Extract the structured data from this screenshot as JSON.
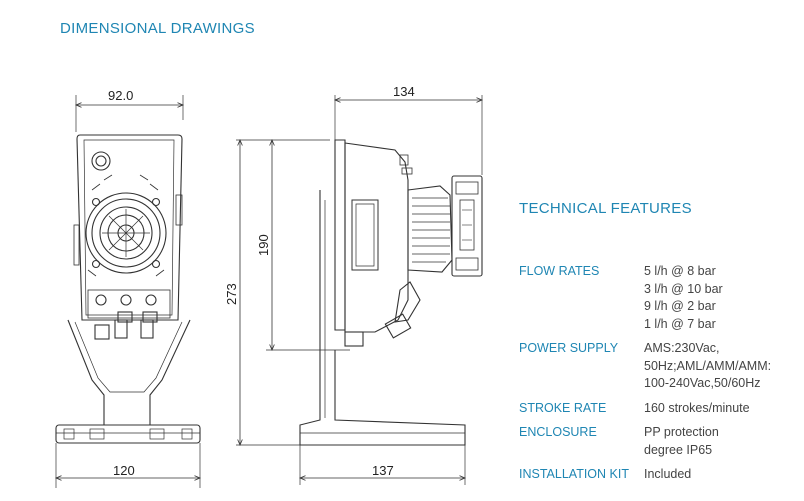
{
  "page": {
    "title": "DIMENSIONAL DRAWINGS",
    "accent_color": "#1f86b3"
  },
  "dimensions": {
    "front_width_top": "92.0",
    "front_width_bottom": "120",
    "side_width_top": "134",
    "side_width_bottom": "137",
    "height_total": "273",
    "height_body": "190"
  },
  "technical_features": {
    "title": "TECHNICAL FEATURES",
    "rows": [
      {
        "label": "FLOW RATES",
        "values": [
          "5 l/h @ 8 bar",
          "3 l/h @ 10 bar",
          "9 l/h @ 2 bar",
          "1 l/h @ 7 bar"
        ]
      },
      {
        "label": "POWER SUPPLY",
        "values": [
          "AMS:230Vac,",
          "50Hz;AML/AMM/AMM:",
          "100-240Vac,50/60Hz"
        ]
      },
      {
        "label": "STROKE RATE",
        "values": [
          "160 strokes/minute"
        ]
      },
      {
        "label": "ENCLOSURE",
        "values": [
          "PP protection",
          "degree IP65"
        ]
      },
      {
        "label": "INSTALLATION KIT",
        "values": [
          "Included"
        ]
      }
    ]
  }
}
